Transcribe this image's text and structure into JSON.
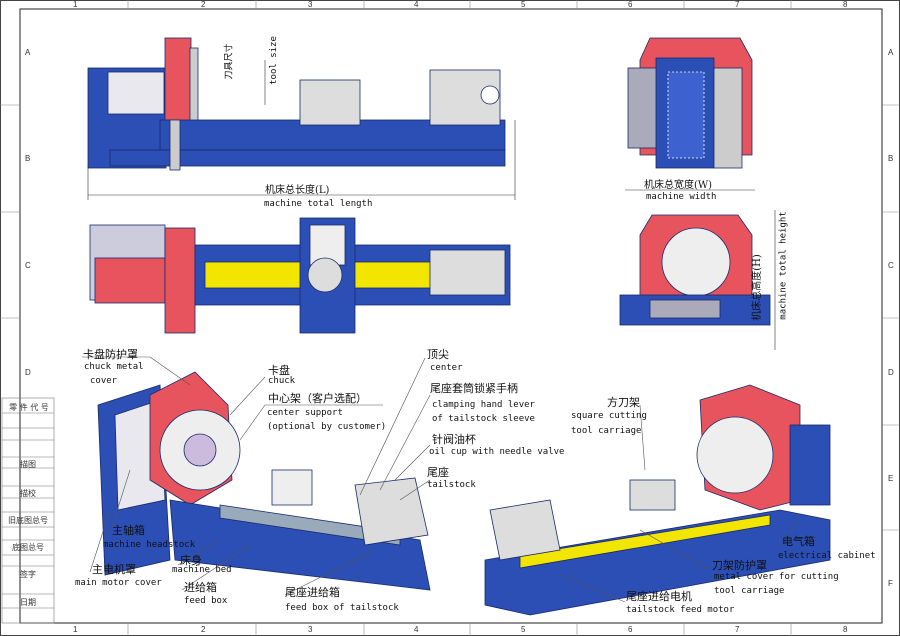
{
  "grid": {
    "columns": [
      "1",
      "2",
      "3",
      "4",
      "5",
      "6",
      "7",
      "8"
    ],
    "rows": [
      "A",
      "B",
      "C",
      "D",
      "E",
      "F"
    ]
  },
  "title_block": [
    "零 件 代 号",
    "描图",
    "描校",
    "旧底图总号",
    "底图总号",
    "签字",
    "日期"
  ],
  "dimensions": {
    "length_cn": "机床总长度(L)",
    "length_en": "machine total length",
    "width_cn": "机床总宽度(W)",
    "width_en": "machine width",
    "height_cn": "机床总高度(H)",
    "height_en": "machine total height",
    "tool_cn": "刀具尺寸",
    "tool_en": "tool size"
  },
  "callouts": {
    "chuck_cover": {
      "cn": "卡盘防护罩",
      "en1": "chuck metal",
      "en2": "cover"
    },
    "chuck": {
      "cn": "卡盘",
      "en": "chuck"
    },
    "center_support": {
      "cn": "中心架（客户选配）",
      "en1": "center support",
      "en2": "(optional by customer)"
    },
    "center": {
      "cn": "顶尖",
      "en": "center"
    },
    "clamping": {
      "cn": "尾座套筒锁紧手柄",
      "en1": "clamping hand lever",
      "en2": "of tailstock sleeve"
    },
    "oil_cup": {
      "cn": "针阀油杯",
      "en": "oil cup with needle valve"
    },
    "tailstock": {
      "cn": "尾座",
      "en": "tailstock"
    },
    "headstock": {
      "cn": "主轴箱",
      "en": "machine headstock"
    },
    "motor_cover": {
      "cn": "主电机罩",
      "en": "main motor cover"
    },
    "bed": {
      "cn": "床身",
      "en": "machine bed"
    },
    "feed_box": {
      "cn": "进给箱",
      "en": "feed box"
    },
    "tail_feed_box": {
      "cn": "尾座进给箱",
      "en": "feed box of tailstock"
    },
    "tool_carriage": {
      "cn": "方刀架",
      "en1": "square cutting",
      "en2": "tool carriage"
    },
    "electrical": {
      "cn": "电气箱",
      "en": "electrical cabinet"
    },
    "metal_cover": {
      "cn": "刀架防护罩",
      "en1": "metal cover for cutting",
      "en2": "tool carriage"
    },
    "tail_motor": {
      "cn": "尾座进给电机",
      "en": "tailstock feed motor"
    }
  },
  "colors": {
    "blue": "#2b4fb5",
    "red": "#e8545e",
    "yellow": "#f2e600",
    "gray": "#b8b8c0"
  }
}
